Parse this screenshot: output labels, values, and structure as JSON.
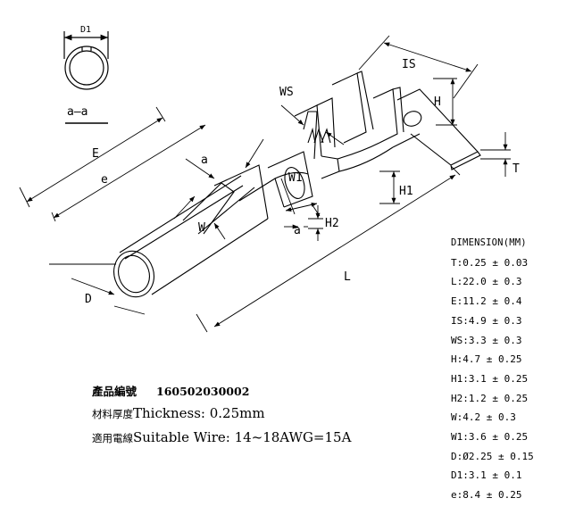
{
  "drawing": {
    "labels": {
      "d1": "D1",
      "section": "a—a",
      "is": "IS",
      "h": "H",
      "ws": "WS",
      "t": "T",
      "e_upper": "E",
      "e_lower": "e",
      "a_top": "a",
      "w1": "W1",
      "h1": "H1",
      "h2": "H2",
      "a_bottom": "a",
      "w": "W",
      "l": "L",
      "d": "D"
    }
  },
  "dimensions": {
    "title": "DIMENSION(MM)",
    "items": [
      "T:0.25 ± 0.03",
      "L:22.0 ± 0.3",
      "E:11.2 ± 0.4",
      "IS:4.9 ± 0.3",
      "WS:3.3 ± 0.3",
      "H:4.7 ± 0.25",
      "H1:3.1 ± 0.25",
      "H2:1.2 ± 0.25",
      "W:4.2 ± 0.3",
      "W1:3.6 ± 0.25",
      "D:Ø2.25 ± 0.15",
      "D1:3.1 ± 0.1",
      "e:8.4 ± 0.25"
    ]
  },
  "notes": {
    "product_code_label": "產品編號",
    "product_code_value": "160502030002",
    "thickness_cn": "材料厚度",
    "thickness_text": "Thickness: 0.25mm",
    "wire_cn": "適用電線",
    "wire_text": "Suitable  Wire: 14~18AWG=15A"
  }
}
